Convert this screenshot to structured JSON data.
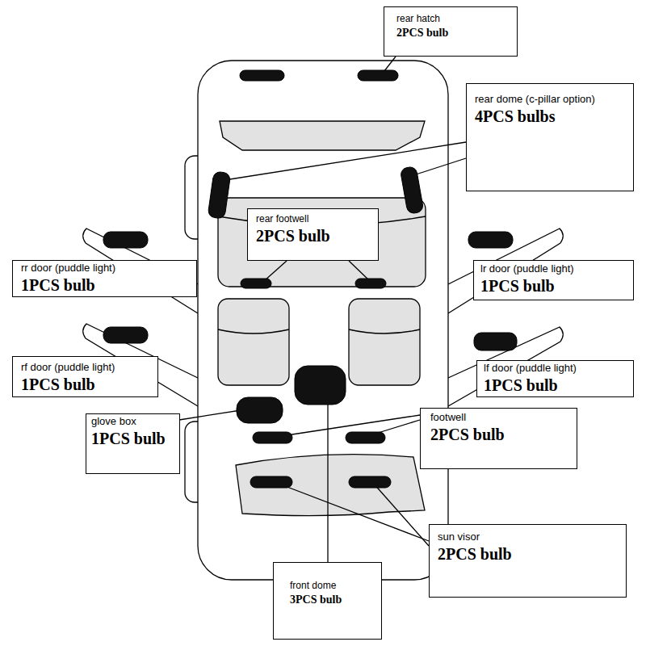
{
  "diagram": {
    "nodes": [
      {
        "text": [
          "rear hatch",
          "2PCS bulb"
        ]
      },
      {
        "text": [
          "rear dome (c-pillar option)",
          "4PCS bulbs"
        ]
      },
      {
        "text": [
          "rear footwell",
          "2PCS bulb"
        ]
      },
      {
        "text": [
          "rr door (puddle light)",
          "1PCS bulb"
        ]
      },
      {
        "text": [
          "lr door (puddle light)",
          "1PCS bulb"
        ]
      },
      {
        "text": [
          "rf door (puddle light)",
          "1PCS bulb"
        ]
      },
      {
        "text": [
          "lf door (puddle light)",
          "1PCS bulb"
        ]
      },
      {
        "text": [
          "glove box",
          "1PCS bulb"
        ]
      },
      {
        "text": [
          "footwell",
          "2PCS bulb"
        ]
      },
      {
        "text": [
          "sun visor",
          "2PCS bulb"
        ]
      },
      {
        "text": [
          "front dome",
          "3PCS bulb"
        ]
      }
    ]
  }
}
